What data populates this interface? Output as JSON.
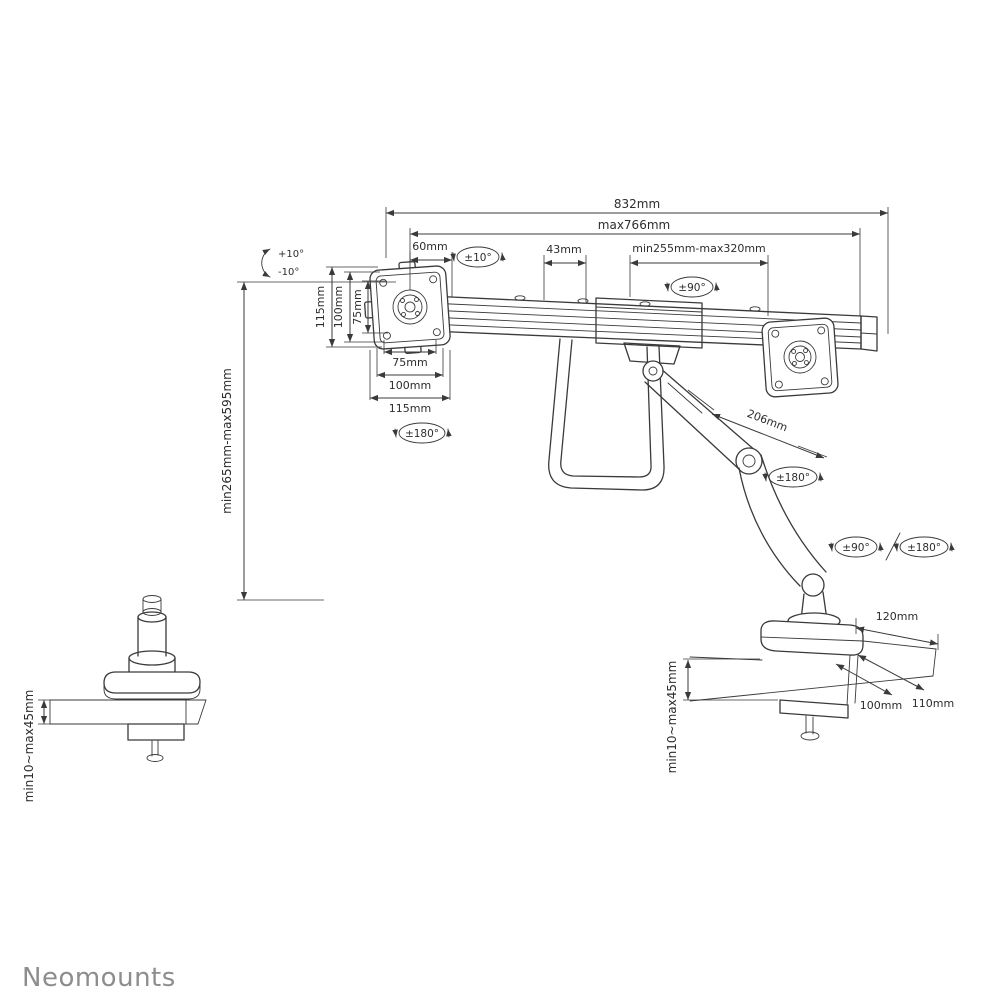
{
  "brand": "Neomounts",
  "labels": {
    "overall_width": "832mm",
    "rail_width": "max766mm",
    "offset_60": "60mm",
    "offset_43": "43mm",
    "slide_range": "min255mm-max320mm",
    "tilt_oval": "±10°",
    "swivel_oval_top": "±90°",
    "tilt_up": "+10°",
    "tilt_down": "-10°",
    "vesa_v_115": "115mm",
    "vesa_v_100": "100mm",
    "vesa_v_75": "75mm",
    "vesa_h_75": "75mm",
    "vesa_h_100": "100mm",
    "vesa_h_115": "115mm",
    "plate_rotation_left": "±180°",
    "height_range": "min265mm-max595mm",
    "upper_arm_length": "206mm",
    "elbow_rotation": "±180°",
    "base_swivel": "±90°",
    "base_rotation": "±180°",
    "base_width": "120mm",
    "depth_110": "110mm",
    "depth_100": "100mm",
    "desk_thickness_main": "min10~max45mm",
    "desk_thickness_detail": "min10~max45mm"
  }
}
